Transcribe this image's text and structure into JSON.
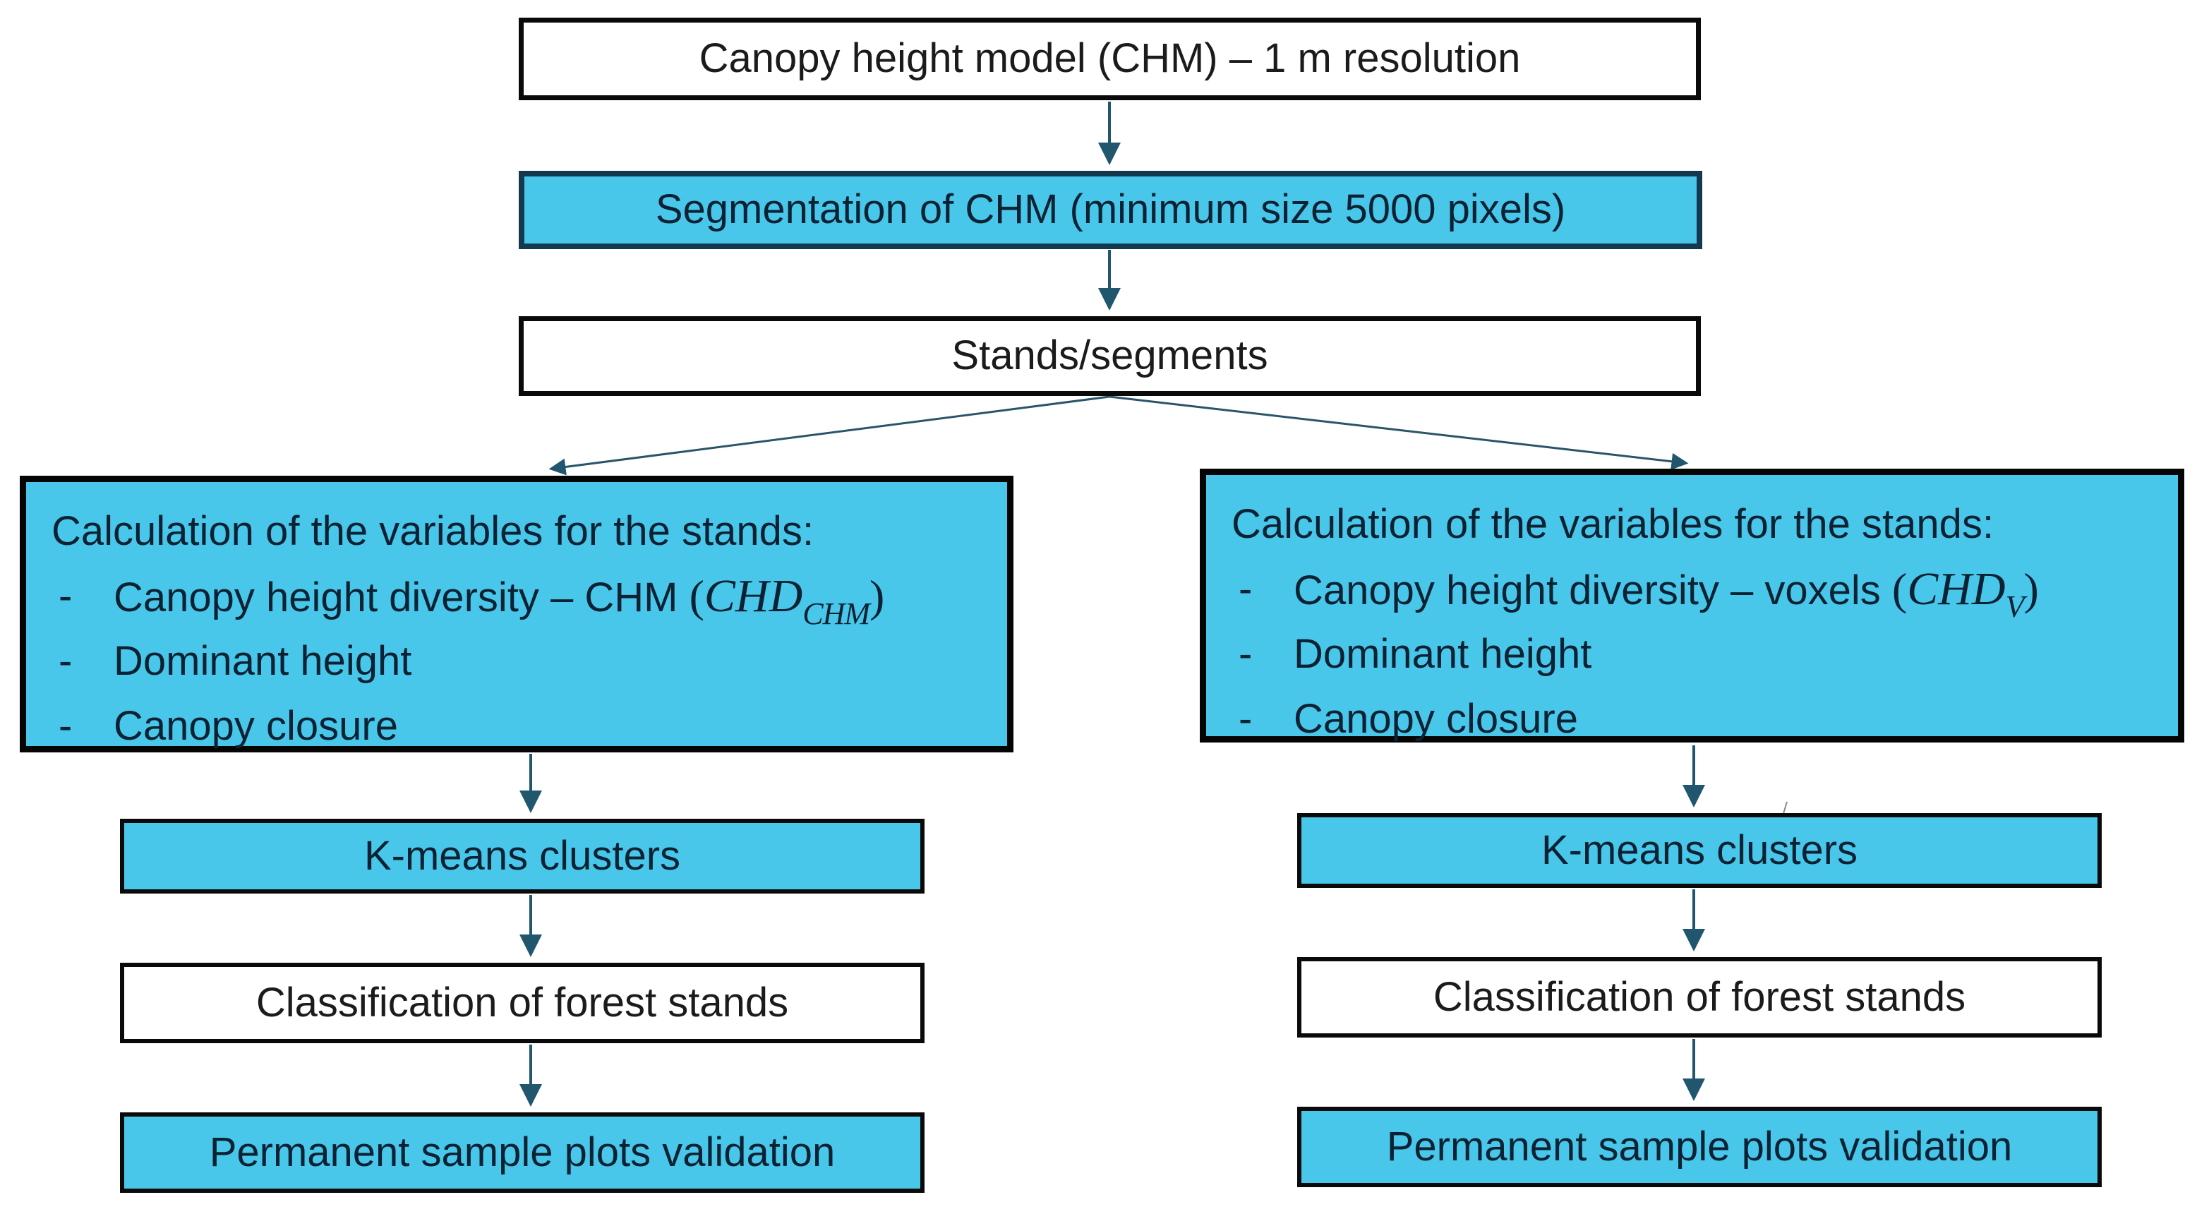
{
  "flow": {
    "chm_box": {
      "label": "Canopy height model (CHM) – 1 m resolution"
    },
    "segmentation_box": {
      "label": "Segmentation of CHM (minimum size 5000 pixels)"
    },
    "stands_box": {
      "label": "Stands/segments"
    },
    "left_branch": {
      "calc_box": {
        "title": "Calculation of the variables for the stands:",
        "bullet_marker": "-",
        "bullets": [
          {
            "prefix": "Canopy height diversity – CHM ",
            "paren_open": "(",
            "math": "CHD",
            "sub": "CHM",
            "paren_close": ")"
          },
          {
            "prefix": "Dominant height",
            "paren_open": "",
            "math": "",
            "sub": "",
            "paren_close": ""
          },
          {
            "prefix": "Canopy closure",
            "paren_open": "",
            "math": "",
            "sub": "",
            "paren_close": ""
          }
        ]
      },
      "kmeans_box": {
        "label": "K-means clusters"
      },
      "classification_box": {
        "label": "Classification of forest stands"
      },
      "validation_box": {
        "label": "Permanent sample plots validation"
      }
    },
    "right_branch": {
      "calc_box": {
        "title": "Calculation of the variables for the stands:",
        "bullet_marker": "-",
        "bullets": [
          {
            "prefix": "Canopy height diversity – voxels ",
            "paren_open": "(",
            "math": "CHD",
            "sub": "V",
            "paren_close": ")"
          },
          {
            "prefix": "Dominant height",
            "paren_open": "",
            "math": "",
            "sub": "",
            "paren_close": ""
          },
          {
            "prefix": "Canopy closure",
            "paren_open": "",
            "math": "",
            "sub": "",
            "paren_close": ""
          }
        ]
      },
      "kmeans_box": {
        "label": "K-means clusters"
      },
      "classification_box": {
        "label": "Classification of forest stands"
      },
      "validation_box": {
        "label": "Permanent sample plots validation"
      }
    }
  },
  "colors": {
    "box_fill_blue": "#48C7EB",
    "box_fill_white": "#FFFFFF",
    "box_border_black": "#0A0A0A",
    "segmentation_border": "#14384E",
    "arrow": "#20566E",
    "text_on_blue": "#0C2233",
    "text_on_white": "#1B1B1B"
  }
}
